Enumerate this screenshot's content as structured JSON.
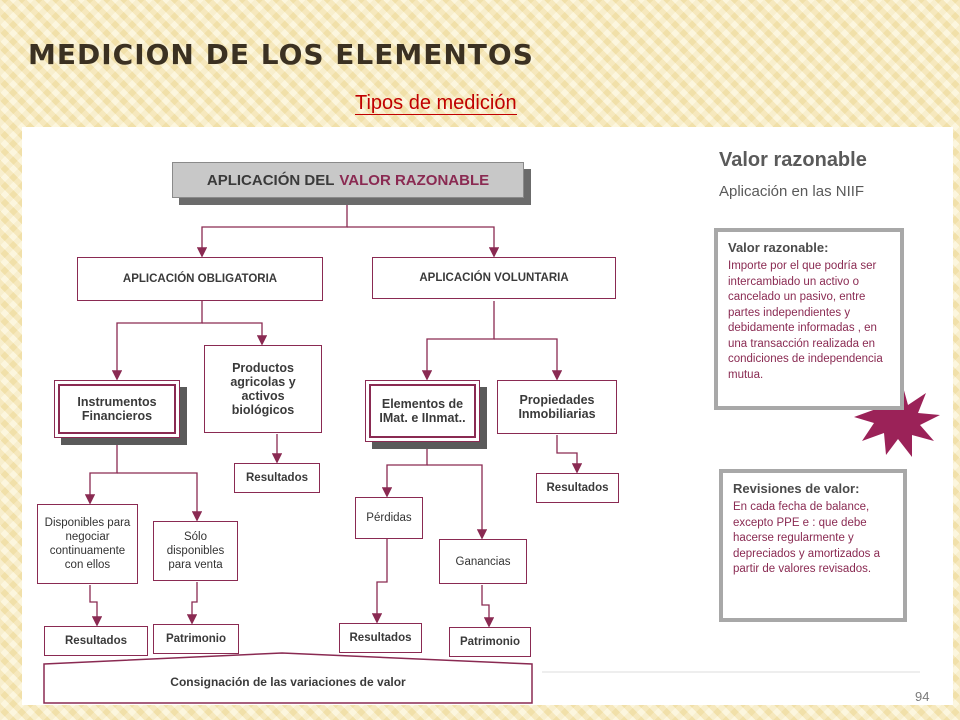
{
  "slide": {
    "title": "MEDICION DE LOS ELEMENTOS",
    "subtitle": "Tipos de medición",
    "page_number": "94"
  },
  "diagram": {
    "header_prefix": "APLICACIÓN DEL",
    "header_accent": "VALOR RAZONABLE",
    "obligatoria": "APLICACIÓN OBLIGATORIA",
    "voluntaria": "APLICACIÓN VOLUNTARIA",
    "instrumentos": "Instrumentos Financieros",
    "productos": "Productos agricolas y activos biológicos",
    "elementos": "Elementos de IMat. e IInmat..",
    "propiedades": "Propiedades Inmobiliarias",
    "resultados_productos": "Resultados",
    "resultados_propiedades": "Resultados",
    "disponibles_negociar": "Disponibles para negociar continuamente con ellos",
    "solo_disponibles": "Sólo disponibles para venta",
    "perdidas": "Pérdidas",
    "ganancias": "Ganancias",
    "resultados_1": "Resultados",
    "patrimonio_1": "Patrimonio",
    "resultados_2": "Resultados",
    "patrimonio_2": "Patrimonio",
    "consignacion": "Consignación de las variaciones de valor"
  },
  "side": {
    "title": "Valor razonable",
    "subtitle": "Aplicación en las NIIF",
    "valor_box": {
      "heading": "Valor razonable:",
      "text": "Importe por el que podría ser intercambiado un activo o cancelado un pasivo, entre partes independientes y debidamente informadas , en una transacción realizada en condiciones de independencia mutua."
    },
    "revisiones_box": {
      "heading": "Revisiones de valor:",
      "text": "En cada fecha de balance, excepto PPE e : que debe hacerse regularmente y depreciados y amortizados a partir de valores revisados."
    }
  },
  "colors": {
    "accent": "#8a2a52",
    "title": "#3b3122",
    "subtitle": "#c00000",
    "starburst": "#9b2258"
  }
}
